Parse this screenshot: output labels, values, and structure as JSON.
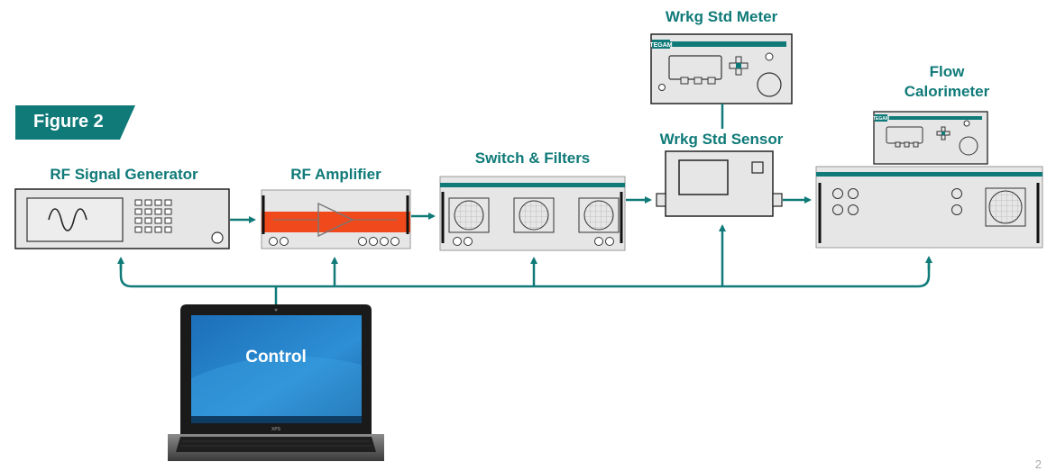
{
  "figure_label": "Figure 2",
  "devices": {
    "signal_generator": "RF Signal Generator",
    "amplifier": "RF Amplifier",
    "switch_filters": "Switch & Filters",
    "std_meter": "Wrkg Std Meter",
    "std_sensor": "Wrkg Std Sensor",
    "calorimeter_line1": "Flow",
    "calorimeter_line2": "Calorimeter",
    "control": "Control"
  },
  "branding": {
    "meter_logo": "TEGAM",
    "laptop_logo": "XPS"
  },
  "page_number": "2",
  "colors": {
    "teal": "#0f7a78",
    "amplifier_band": "#f04a1c",
    "panel": "#e6e6e6"
  }
}
